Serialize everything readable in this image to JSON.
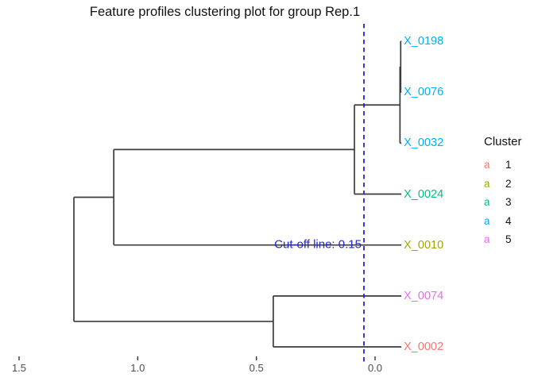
{
  "title": "Feature profiles clustering plot for group Rep.1",
  "legend": {
    "title": "Cluster",
    "items": [
      {
        "glyph": "a",
        "label": "1",
        "color": "#F8766D"
      },
      {
        "glyph": "a",
        "label": "2",
        "color": "#A3A500"
      },
      {
        "glyph": "a",
        "label": "3",
        "color": "#00BF7D"
      },
      {
        "glyph": "a",
        "label": "4",
        "color": "#00B0F6"
      },
      {
        "glyph": "a",
        "label": "5",
        "color": "#E76BF3"
      }
    ]
  },
  "chart_data": {
    "type": "dendrogram",
    "orientation": "horizontal",
    "title": "Feature profiles clustering plot for group Rep.1",
    "axis": {
      "tick_labels": [
        "1.5",
        "1.0",
        "0.5",
        "0.0"
      ],
      "range": [
        1.5,
        0.0
      ],
      "grid": false
    },
    "leaves": [
      {
        "label": "X_0198",
        "cluster": 4
      },
      {
        "label": "X_0076",
        "cluster": 4
      },
      {
        "label": "X_0032",
        "cluster": 4
      },
      {
        "label": "X_0024",
        "cluster": 3
      },
      {
        "label": "X_0010",
        "cluster": 2
      },
      {
        "label": "X_0074",
        "cluster": 5
      },
      {
        "label": "X_0002",
        "cluster": 1
      }
    ],
    "cluster_colors": {
      "1": "#F8766D",
      "2": "#A3A500",
      "3": "#00BF7D",
      "4": "#00B0F6",
      "5": "#E76BF3"
    },
    "leaf_tip_height": -0.111,
    "merges": [
      {
        "id": "n1",
        "a": "X_0198",
        "b": "X_0076",
        "height": -0.108
      },
      {
        "id": "n2",
        "a": "n1",
        "b": "X_0032",
        "height": -0.105
      },
      {
        "id": "n3",
        "a": "n2",
        "b": "X_0024",
        "height": 0.087
      },
      {
        "id": "n4",
        "a": "n3",
        "b": "X_0010",
        "height": 1.101
      },
      {
        "id": "n5",
        "a": "X_0074",
        "b": "X_0002",
        "height": 0.429
      },
      {
        "id": "root",
        "a": "n4",
        "b": "n5",
        "height": 1.269
      }
    ],
    "cutoff": {
      "label": "Cut-off line: 0.15",
      "height": 0.047
    },
    "line_color": "#3c3c3c",
    "cutoff_color": "#2525d9",
    "tick_label_color": "#4d4d4d"
  }
}
